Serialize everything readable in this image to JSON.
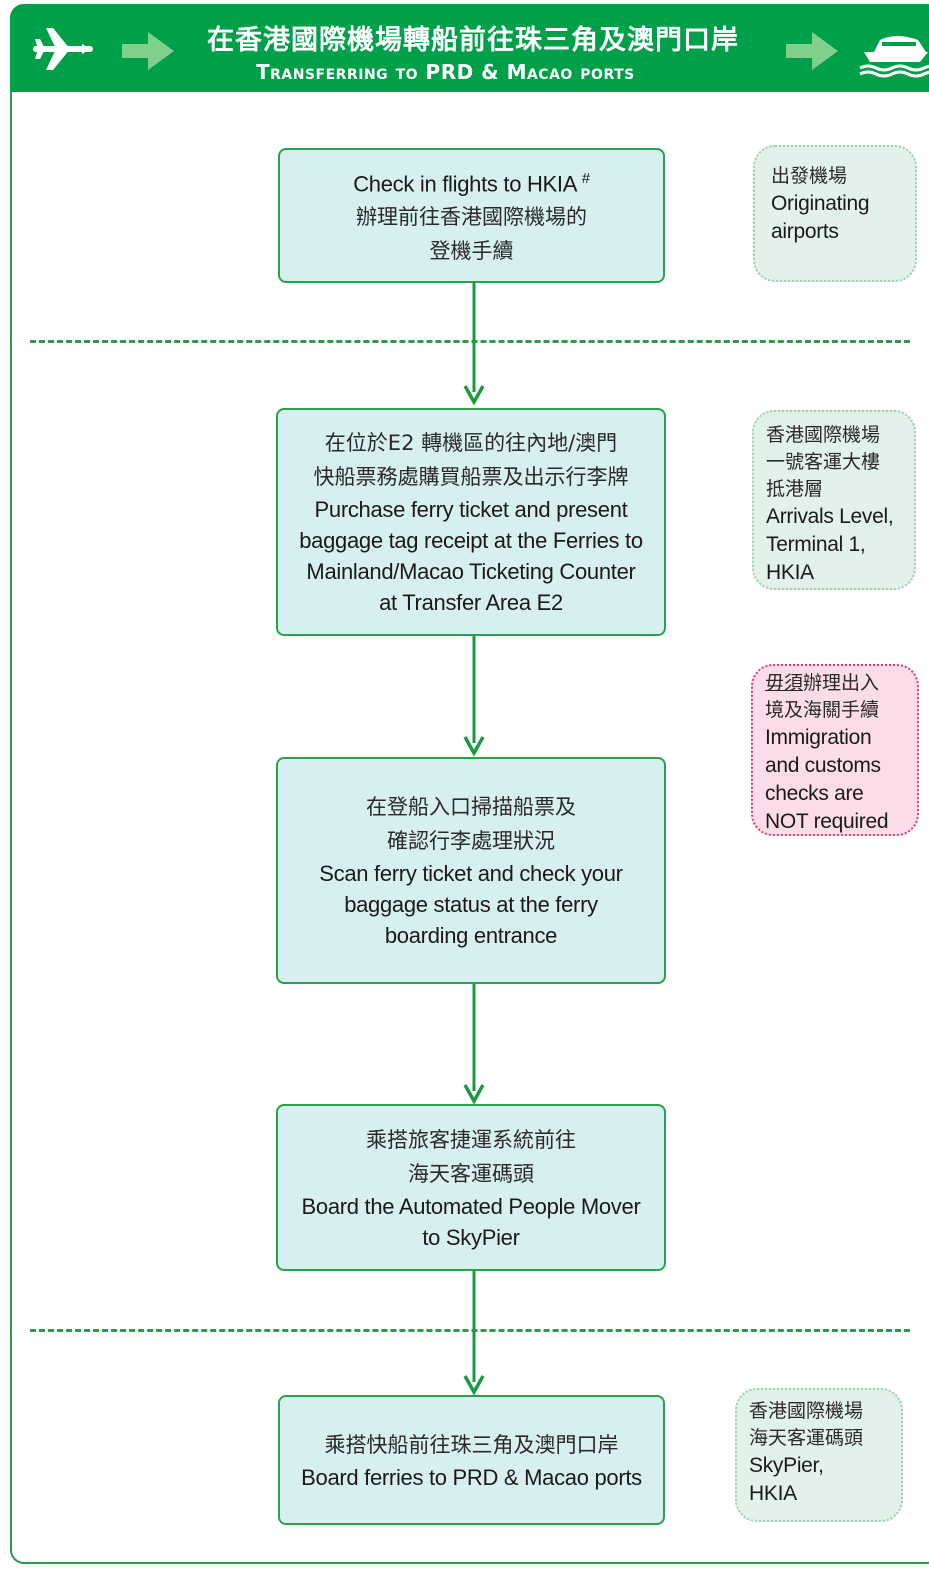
{
  "colors": {
    "brand_green": "#00a04a",
    "box_fill": "#d8eff0",
    "box_border": "#2aa24b",
    "note_pink": "#fbdde9"
  },
  "header": {
    "title_zh": "在香港國際機場轉船前往珠三角及澳門口岸",
    "title_en": "Transferring to PRD & Macao ports",
    "icons": [
      "airplane-icon",
      "arrow-right-icon",
      "arrow-right-icon",
      "ferry-icon"
    ]
  },
  "steps": [
    {
      "en": "Check in flights to HKIA",
      "marker": "#",
      "zh": "辦理前往香港國際機場的\n登機手續"
    },
    {
      "zh": "在位於E2 轉機區的往內地/澳門\n快船票務處購買船票及出示行李牌",
      "en": "Purchase ferry ticket and present\nbaggage tag receipt at the Ferries to\nMainland/Macao Ticketing Counter\nat Transfer Area E2"
    },
    {
      "zh": "在登船入口掃描船票及\n確認行李處理狀況",
      "en": "Scan ferry ticket and check your\nbaggage status at the ferry\nboarding entrance"
    },
    {
      "zh": "乘搭旅客捷運系統前往\n海天客運碼頭",
      "en": "Board the Automated People Mover\nto SkyPier"
    },
    {
      "zh": "乘搭快船前往珠三角及澳門口岸",
      "en": "Board ferries to PRD & Macao ports"
    }
  ],
  "side_notes": {
    "origin": {
      "zh": "出發機場",
      "en": "Originating\nairports"
    },
    "arrivals": {
      "zh": "香港國際機場\n一號客運大樓\n抵港層",
      "en": "Arrivals Level,\nTerminal 1,\nHKIA"
    },
    "no_immigration": {
      "zh_underlined": "毋須",
      "zh": "辦理出入\n境及海關手續",
      "en": "Immigration\nand customs\nchecks are\nNOT required"
    },
    "skypier": {
      "zh": "香港國際機場\n海天客運碼頭",
      "en": "SkyPier,\nHKIA"
    }
  }
}
